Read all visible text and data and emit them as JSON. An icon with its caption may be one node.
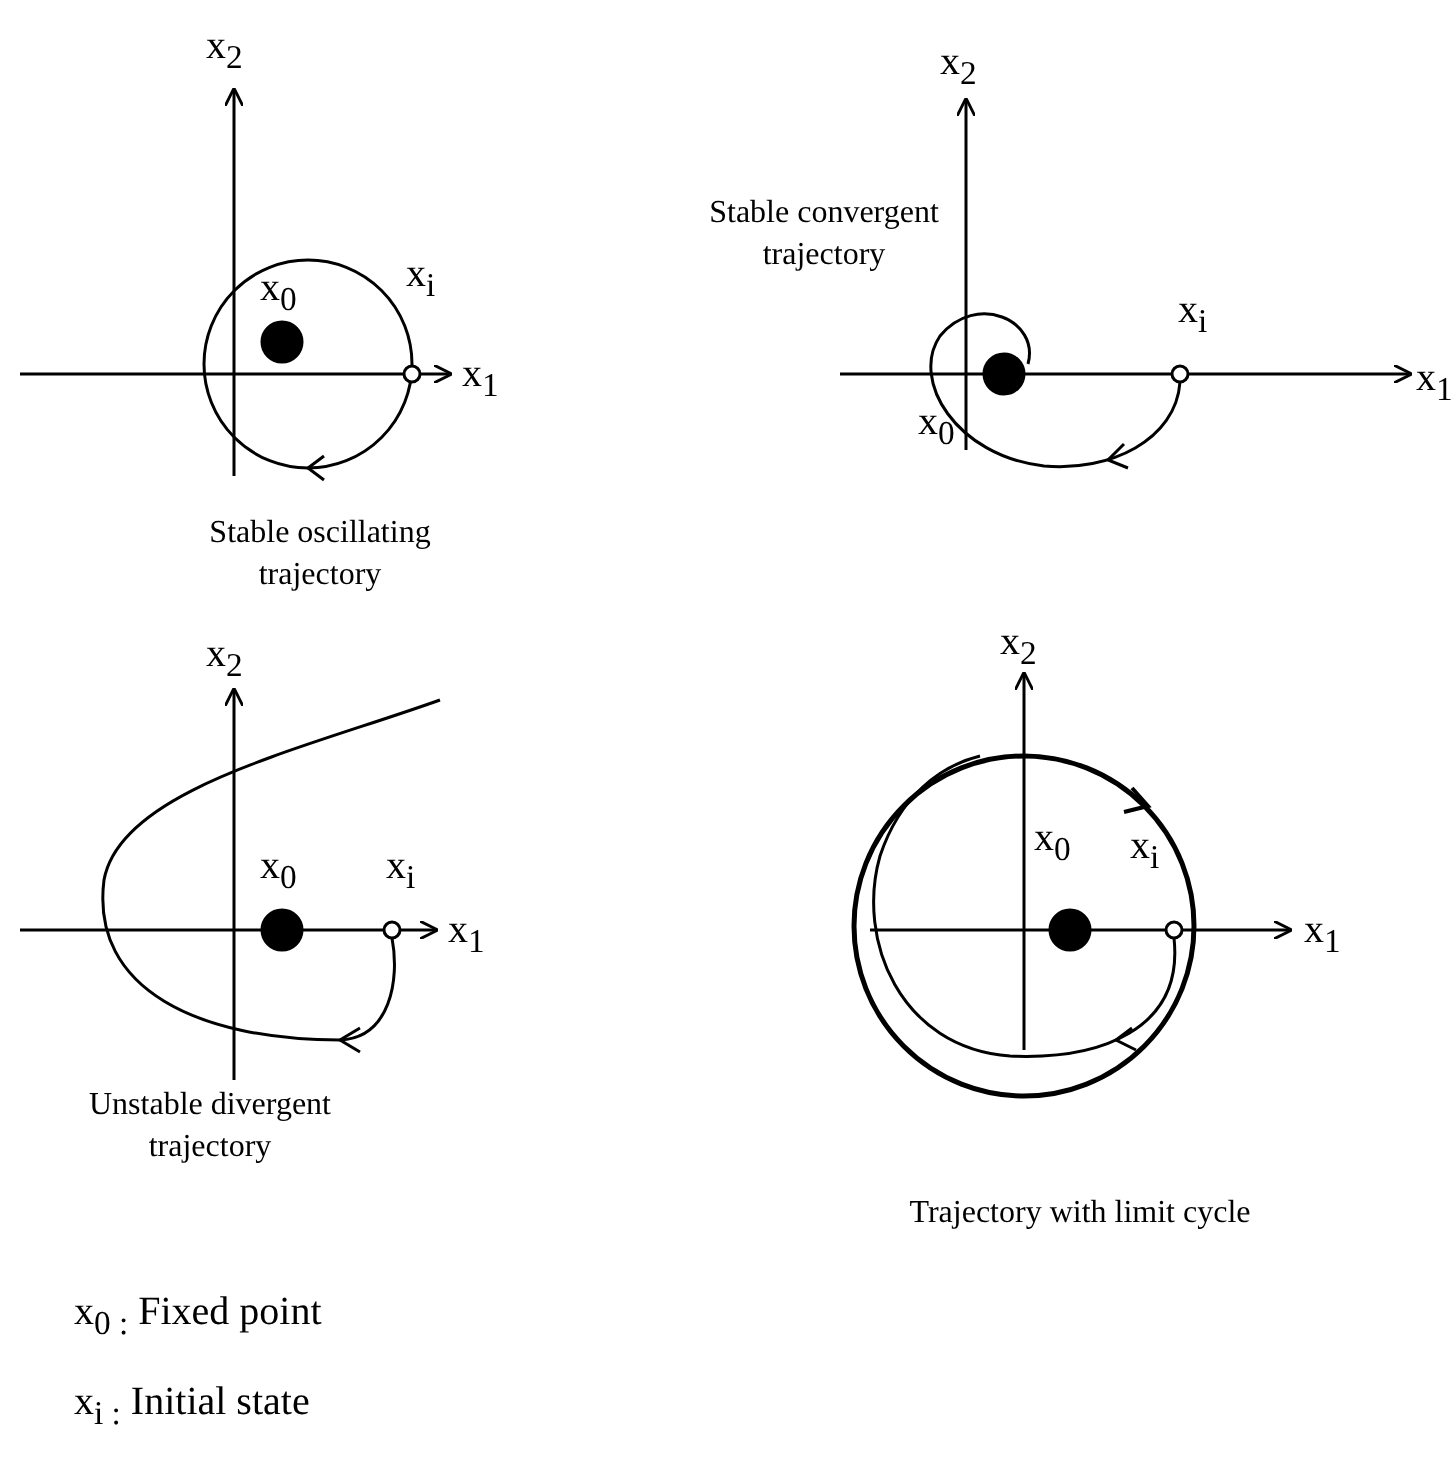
{
  "diagram": {
    "labels": [
      "x$_{2}$",
      "x$_{0}$",
      "x$_{i}$",
      "x$_{1}$",
      "Stable oscillating trajectory",
      "x$_{2}$",
      "Stable convergent trajectory",
      "x$_{i}$",
      "x$_{1}$",
      "x$_{0}$",
      "x$_{2}$",
      "x$_{0}$",
      "x$_{i}$",
      "x$_{1}$",
      "Unstable divergent trajectory",
      "x$_{2}$",
      "x$_{0}$",
      "x$_{i}$",
      "x$_{1}$",
      "Trajectory with limit cycle",
      "x$_{0 :}$ Fixed point",
      "x$_{i :}$ Initial state"
    ]
  }
}
